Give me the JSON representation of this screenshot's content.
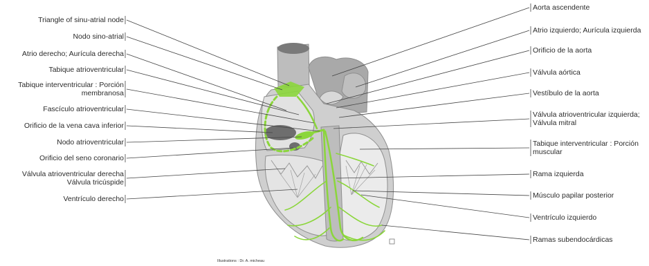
{
  "left_labels": [
    {
      "text": "Triangle of sinu-atrial node"
    },
    {
      "text": "Nodo sino-atrial"
    },
    {
      "text": "Atrio derecho; Aurícula derecha"
    },
    {
      "text": "Tabique atrioventricular"
    },
    {
      "text": "Tabique interventricular : Porción\nmembranosa"
    },
    {
      "text": "Fascículo atrioventricular"
    },
    {
      "text": "Orificio de la vena cava inferior"
    },
    {
      "text": "Nodo atrioventricular"
    },
    {
      "text": "Orificio del seno coronario"
    },
    {
      "text": "Válvula atrioventricular derecha\nVálvula tricúspide"
    },
    {
      "text": "Ventrículo derecho"
    }
  ],
  "right_labels": [
    {
      "text": "Aorta ascendente"
    },
    {
      "text": "Atrio izquierdo; Aurícula izquierda"
    },
    {
      "text": "Orificio de la aorta"
    },
    {
      "text": "Válvula aórtica"
    },
    {
      "text": "Vestíbulo de la aorta"
    },
    {
      "text": "Válvula atrioventricular izquierda;\nVálvula mitral"
    },
    {
      "text": "Tabique interventricular : Porción\nmuscular"
    },
    {
      "text": "Rama izquierda"
    },
    {
      "text": "Músculo papilar posterior"
    },
    {
      "text": "Ventrículo izquierdo"
    },
    {
      "text": "Ramas subendocárdicas"
    }
  ],
  "credit": "Illustrations : Dr. A. micheau",
  "colors": {
    "conduction_system": "#8bd63b",
    "heart_wall": "#c9c9c9",
    "chamber": "#e6e6e6",
    "vessel_dark": "#7d7d7d",
    "leader_line": "#444444"
  }
}
